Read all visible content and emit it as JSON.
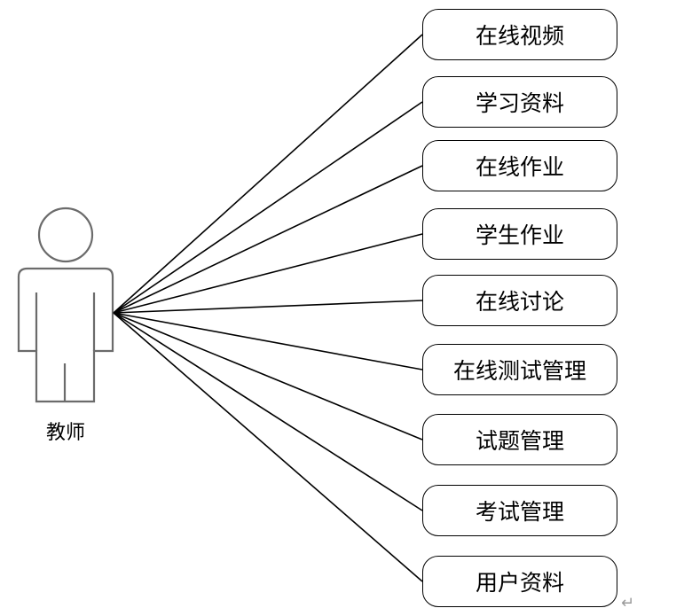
{
  "actor": {
    "label": "教师"
  },
  "use_cases": [
    {
      "label": "在线视频"
    },
    {
      "label": "学习资料"
    },
    {
      "label": "在线作业"
    },
    {
      "label": "学生作业"
    },
    {
      "label": "在线讨论"
    },
    {
      "label": "在线测试管理"
    },
    {
      "label": "试题管理"
    },
    {
      "label": "考试管理"
    },
    {
      "label": "用户资料"
    }
  ],
  "colors": {
    "line": "#000000",
    "actor_stroke": "#6b6b6b"
  },
  "paragraph_mark": "↵"
}
